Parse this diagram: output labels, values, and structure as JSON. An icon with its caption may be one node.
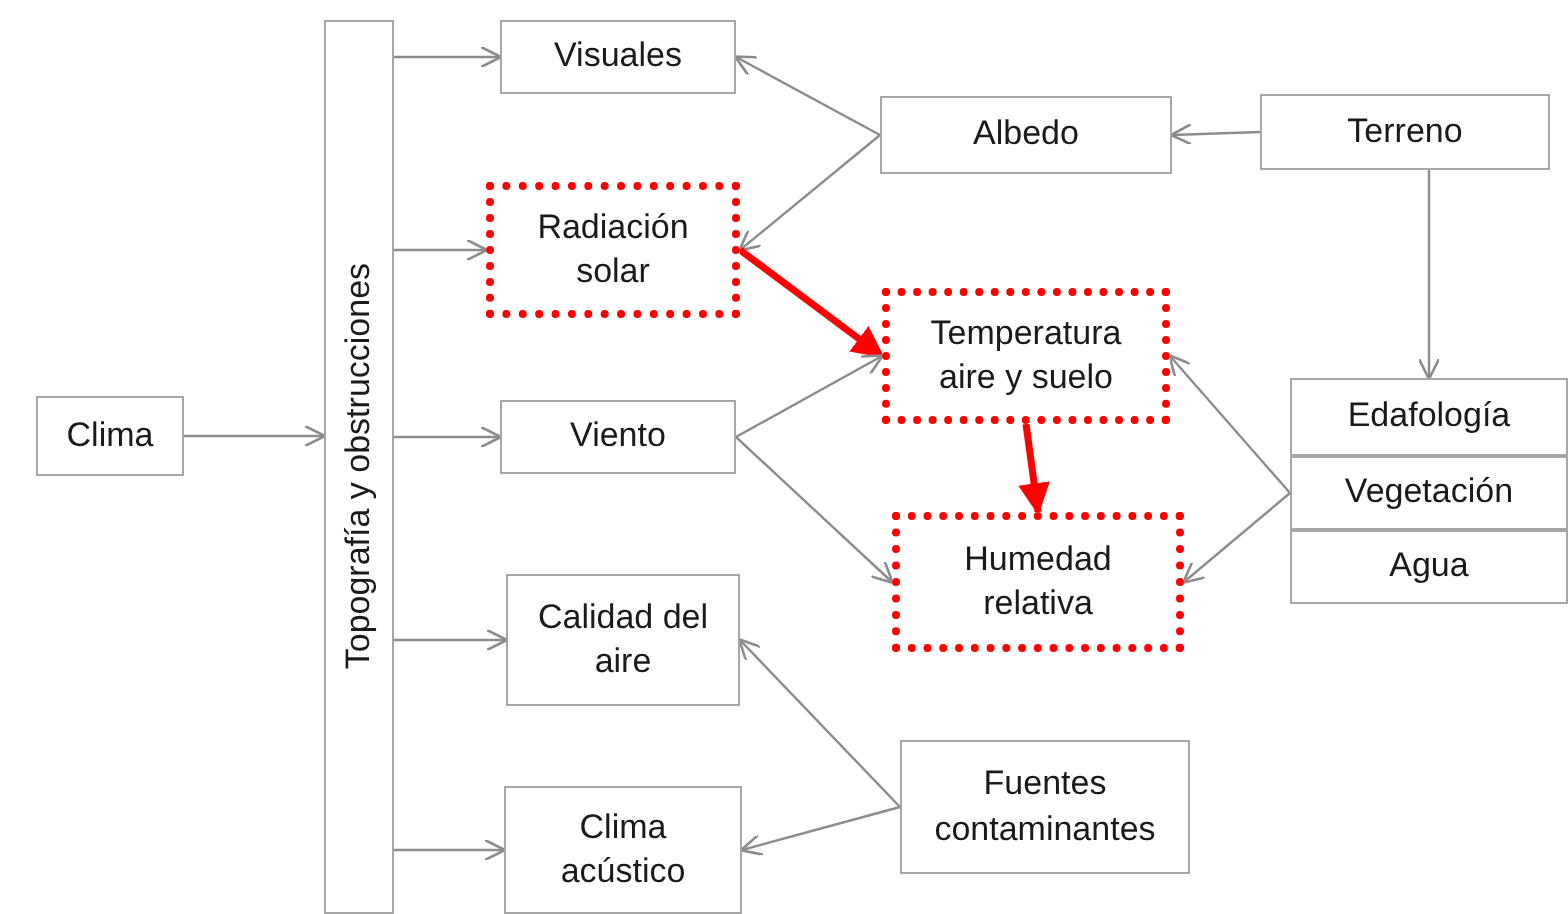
{
  "diagram": {
    "nodes": [
      {
        "text": [
          "Clima"
        ]
      },
      {
        "text": [
          "Topografía y obstrucciones"
        ]
      },
      {
        "text": [
          "Visuales"
        ]
      },
      {
        "text": [
          "Radiación solar"
        ]
      },
      {
        "text": [
          "Viento"
        ]
      },
      {
        "text": [
          "Calidad del aire"
        ]
      },
      {
        "text": [
          "Clima acústico"
        ]
      },
      {
        "text": [
          "Albedo"
        ]
      },
      {
        "text": [
          "Terreno"
        ]
      },
      {
        "text": [
          "Temperatura aire y suelo"
        ]
      },
      {
        "text": [
          "Humedad relativa"
        ]
      },
      {
        "text": [
          "Edafología"
        ]
      },
      {
        "text": [
          "Vegetación"
        ]
      },
      {
        "text": [
          "Agua"
        ]
      },
      {
        "text": [
          "Fuentes contaminantes"
        ]
      }
    ],
    "edges": [
      {
        "from": 0,
        "to": 1,
        "arrow": "to"
      },
      {
        "from": 1,
        "to": 2,
        "arrow": "to"
      },
      {
        "from": 1,
        "to": 3,
        "arrow": "to"
      },
      {
        "from": 1,
        "to": 4,
        "arrow": "to"
      },
      {
        "from": 1,
        "to": 5,
        "arrow": "to"
      },
      {
        "from": 1,
        "to": 6,
        "arrow": "to"
      },
      {
        "from": 7,
        "to": 2,
        "arrow": "to"
      },
      {
        "from": 7,
        "to": 3,
        "arrow": "to"
      },
      {
        "from": 8,
        "to": 7,
        "arrow": "to"
      },
      {
        "from": 8,
        "to": 11,
        "arrow": "to"
      },
      {
        "from": 3,
        "to": 9,
        "arrow": "to",
        "style": "thick",
        "color": "#ff0000"
      },
      {
        "from": 4,
        "to": 9,
        "arrow": "to"
      },
      {
        "from": 4,
        "to": 10,
        "arrow": "to"
      },
      {
        "from": 9,
        "to": 10,
        "arrow": "to",
        "style": "thick",
        "color": "#ff0000"
      },
      {
        "from": 12,
        "to": 9,
        "arrow": "to"
      },
      {
        "from": 12,
        "to": 10,
        "arrow": "to"
      },
      {
        "from": 14,
        "to": 5,
        "arrow": "to"
      },
      {
        "from": 14,
        "to": 6,
        "arrow": "to"
      }
    ]
  }
}
